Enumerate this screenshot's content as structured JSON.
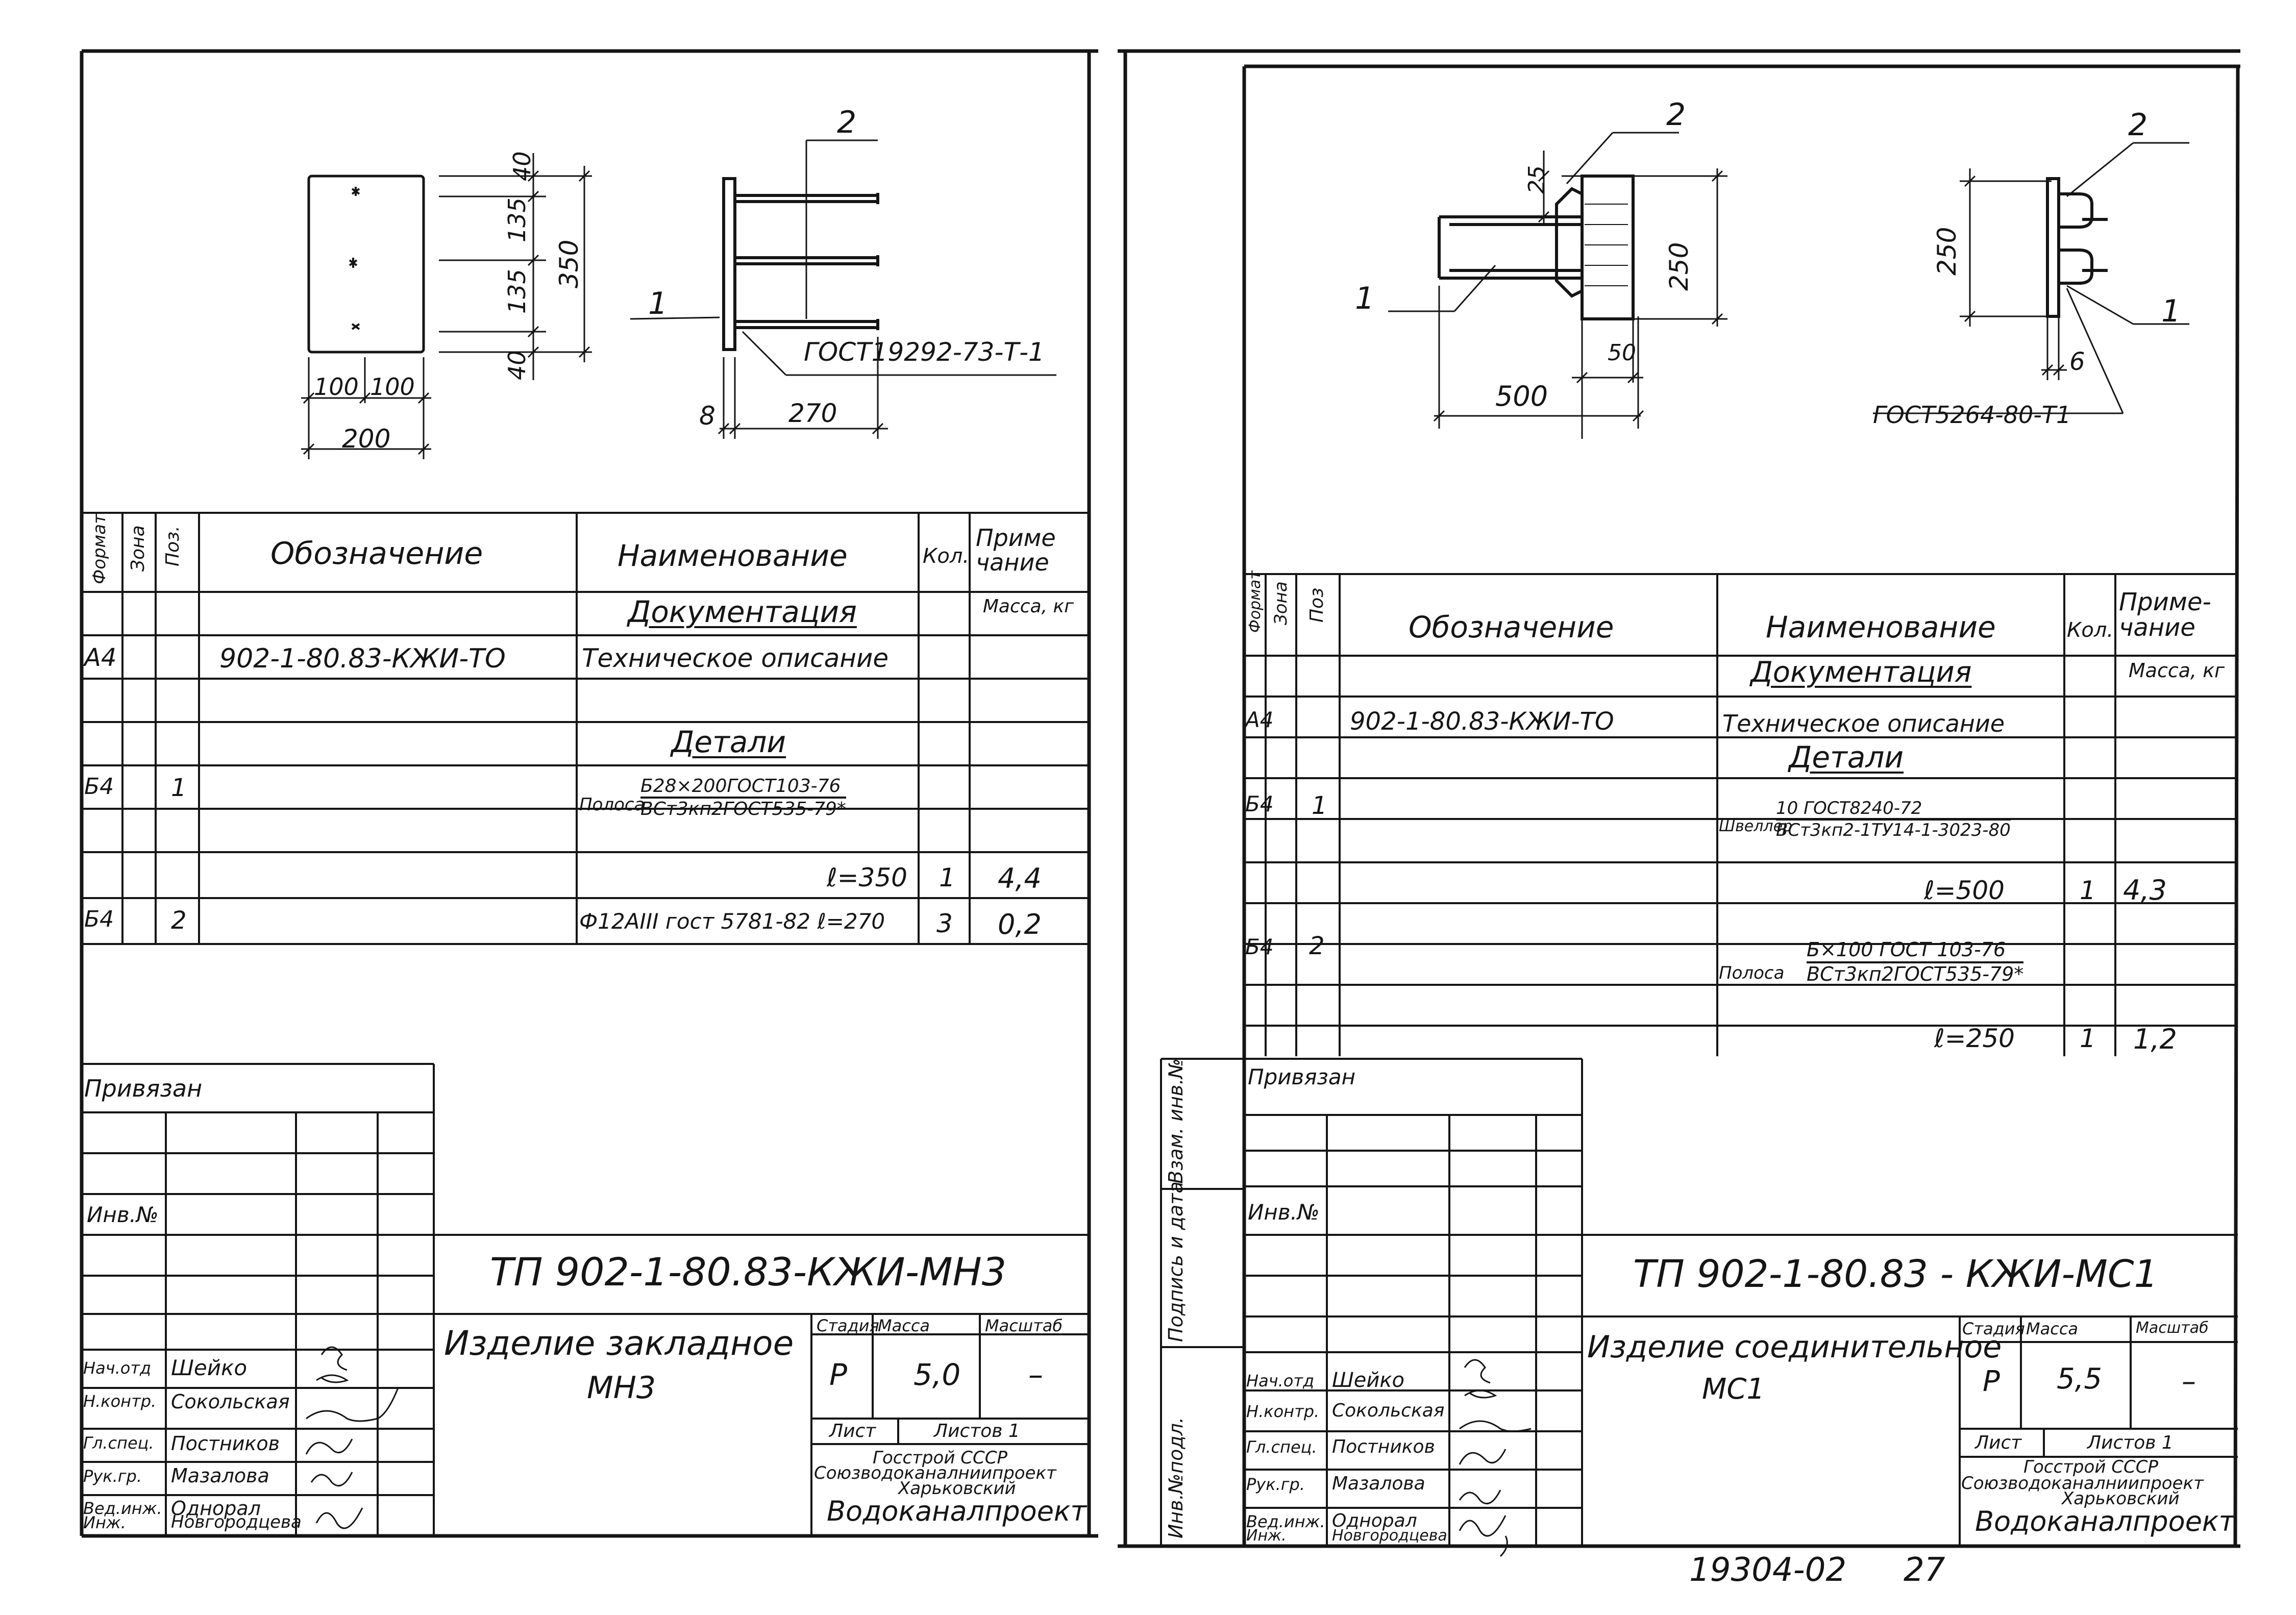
{
  "left": {
    "dims": {
      "d40a": "40",
      "d135a": "135",
      "d135b": "135",
      "d40b": "40",
      "d350": "350",
      "d100a": "100",
      "d100b": "100",
      "d200": "200",
      "d8": "8",
      "d270": "270"
    },
    "callouts": {
      "p1": "1",
      "p2": "2",
      "gost": "ГОСТ19292-73-Т-1"
    },
    "spec": {
      "headers": {
        "format": "Формат",
        "zone": "Зона",
        "pos": "Поз.",
        "designation": "Обозначение",
        "name": "Наименование",
        "qty": "Кол.",
        "note": "Приме чание"
      },
      "section_doc": "Документация",
      "note_mass": "Масса, кг",
      "doc_row": {
        "format": "А4",
        "designation": "902-1-80.83-КЖИ-ТО",
        "name": "Техническое описание"
      },
      "section_parts": "Детали",
      "row1": {
        "format": "Б4",
        "pos": "1",
        "name_prefix": "Полоса",
        "num": "Б28×200ГОСТ103-76",
        "den": "ВСт3кп2ГОСТ535-79*"
      },
      "row1b": {
        "name": "ℓ=350",
        "qty": "1",
        "mass": "4,4"
      },
      "row2": {
        "format": "Б4",
        "pos": "2",
        "name": "Ф12АIII гост 5781-82 ℓ=270",
        "qty": "3",
        "mass": "0,2"
      }
    },
    "title_block": {
      "privyazan": "Привязан",
      "inv": "Инв.№",
      "code": "ТП 902-1-80.83-КЖИ-МН3",
      "item_name": "Изделие закладное",
      "item_code": "МН3",
      "stage_h": "Стадия",
      "mass_h": "Масса",
      "scale_h": "Масштаб",
      "stage": "Р",
      "mass": "5,0",
      "scale": "–",
      "sheet": "Лист",
      "sheets": "Листов 1",
      "org1": "Госстрой СССР",
      "org2": "Союзводоканалниипроект",
      "org3": "Харьковский",
      "org4": "Водоканалпроект",
      "staff": [
        {
          "role": "Нач.отд",
          "name": "Шейко"
        },
        {
          "role": "Н.контр.",
          "name": "Сокольская"
        },
        {
          "role": "Гл.спец.",
          "name": "Постников"
        },
        {
          "role": "Рук.гр.",
          "name": "Мазалова"
        },
        {
          "role": "Вед.инж.",
          "name": "Одноpал"
        },
        {
          "role": "Инж.",
          "name": "Новгородцева"
        }
      ]
    }
  },
  "right": {
    "dims": {
      "d25": "25",
      "d250a": "250",
      "d50": "50",
      "d500": "500",
      "d250b": "250",
      "d6": "6"
    },
    "callouts": {
      "p1a": "1",
      "p2a": "2",
      "p2b": "2",
      "p1b": "1",
      "gost": "ГОСТ5264-80-Т1"
    },
    "stamp_column": [
      "Инв.№подл.",
      "Подпись и дата",
      "Взам. инв.№"
    ],
    "spec": {
      "headers": {
        "format": "Формат",
        "zone": "Зона",
        "pos": "Поз",
        "designation": "Обозначение",
        "name": "Наименование",
        "qty": "Кол.",
        "note": "Приме- чание"
      },
      "section_doc": "Документация",
      "note_mass": "Масса, кг",
      "doc_row": {
        "format": "А4",
        "designation": "902-1-80.83-КЖИ-ТО",
        "name": "Техническое описание"
      },
      "section_parts": "Детали",
      "row1": {
        "format": "Б4",
        "pos": "1",
        "name_prefix": "Швеллер",
        "num": "10 ГОСТ8240-72",
        "den": "ВСт3кп2-1ТУ14-1-3023-80"
      },
      "row1b": {
        "name": "ℓ=500",
        "qty": "1",
        "mass": "4,3"
      },
      "row2": {
        "format": "Б4",
        "pos": "2",
        "name_prefix": "Полоса",
        "num": "Б×100 ГОСТ 103-76",
        "den": "ВСт3кп2ГОСТ535-79*"
      },
      "row2b": {
        "name": "ℓ=250",
        "qty": "1",
        "mass": "1,2"
      }
    },
    "title_block": {
      "privyazan": "Привязан",
      "inv": "Инв.№",
      "code": "ТП 902-1-80.83 - КЖИ-МС1",
      "item_name": "Изделие соединительное",
      "item_code": "МС1",
      "stage_h": "Стадия",
      "mass_h": "Масса",
      "scale_h": "Масштаб",
      "stage": "Р",
      "mass": "5,5",
      "scale": "–",
      "sheet": "Лист",
      "sheets": "Листов 1",
      "org1": "Госстрой СССР",
      "org2": "Союзводоканалниипроект",
      "org3": "Харьковский",
      "org4": "Водоканалпроект",
      "staff": [
        {
          "role": "Нач.отд",
          "name": "Шейко"
        },
        {
          "role": "Н.контр.",
          "name": "Сокольская"
        },
        {
          "role": "Гл.спец.",
          "name": "Постников"
        },
        {
          "role": "Рук.гр.",
          "name": "Мазалова"
        },
        {
          "role": "Вед.инж.",
          "name": "Одноpал"
        },
        {
          "role": "Инж.",
          "name": "Новгородцева"
        }
      ]
    }
  },
  "footer": {
    "archive": "19304-02",
    "page": "27"
  }
}
